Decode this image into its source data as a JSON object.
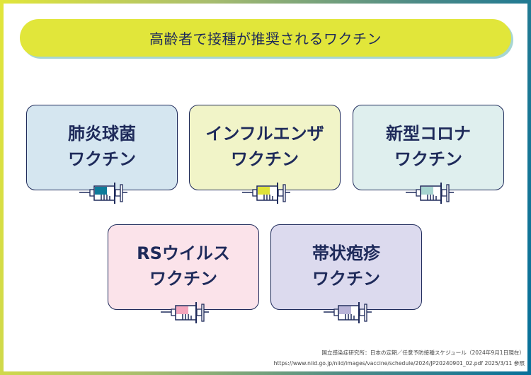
{
  "title": "高齢者で接種が推奨されるワクチン",
  "cards": [
    {
      "line1": "肺炎球菌",
      "line2": "ワクチン",
      "bg": "#d5e6f0",
      "fill": "#0e7b9a"
    },
    {
      "line1": "インフルエンザ",
      "line2": "ワクチン",
      "bg": "#f1f4c8",
      "fill": "#dfe33a"
    },
    {
      "line1": "新型コロナ",
      "line2": "ワクチン",
      "bg": "#dfefee",
      "fill": "#a6d4cf"
    },
    {
      "line1": "RSウイルス",
      "line2": "ワクチン",
      "bg": "#fbe3ea",
      "fill": "#f4a6bd"
    },
    {
      "line1": "帯状疱疹",
      "line2": "ワクチン",
      "bg": "#dcdaee",
      "fill": "#b9b4d8"
    }
  ],
  "footer": {
    "source": "国立感染症研究所：日本の定期／任意予防接種スケジュール（2024年9月1日現在）",
    "url": "https://www.niid.go.jp/niid/images/vaccine/schedule/2024/JP20240901_02.pdf 2025/3/11 参照"
  }
}
